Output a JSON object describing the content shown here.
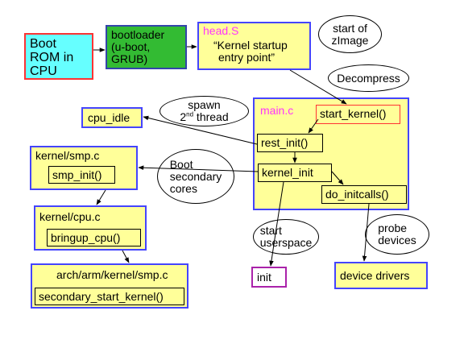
{
  "boot_rom": {
    "lines": [
      "Boot",
      "ROM in",
      "CPU"
    ]
  },
  "bootloader": {
    "lines": [
      "bootloader",
      "(u-boot,",
      "GRUB)"
    ]
  },
  "head_s": {
    "title": "head.S",
    "lines": [
      "“Kernel startup",
      "entry point”"
    ]
  },
  "main_c": {
    "title": "main.c",
    "start_kernel": "start_kernel()",
    "rest_init": "rest_init()",
    "kernel_init": "kernel_init",
    "do_initcalls": "do_initcalls()"
  },
  "cpu_idle": "cpu_idle",
  "kernel_smp": {
    "title": "kernel/smp.c",
    "func": "smp_init()"
  },
  "kernel_cpu": {
    "title": "kernel/cpu.c",
    "func": "bringup_cpu()"
  },
  "arch_smp": {
    "title": "arch/arm/kernel/smp.c",
    "func": "secondary_start_kernel()"
  },
  "init": "init",
  "device_drivers": "device drivers",
  "ovals": {
    "start_zimage": [
      "start of",
      "zImage"
    ],
    "decompress": [
      "Decompress"
    ],
    "spawn": {
      "line1": "spawn",
      "line2_pre": "2",
      "line2_sup": "nd",
      "line2_post": " thread"
    },
    "boot_secondary": [
      "Boot",
      "secondary",
      "cores"
    ],
    "start_userspace": [
      "start",
      "userspace"
    ],
    "probe_devices": [
      "probe",
      "devices"
    ]
  },
  "colors": {
    "cyan_fill": "#66ffff",
    "red_border": "#ff3333",
    "green_fill": "#33bb33",
    "yellow_fill": "#ffff99",
    "blue_border": "#4444ff",
    "magenta": "#ff33ff"
  }
}
